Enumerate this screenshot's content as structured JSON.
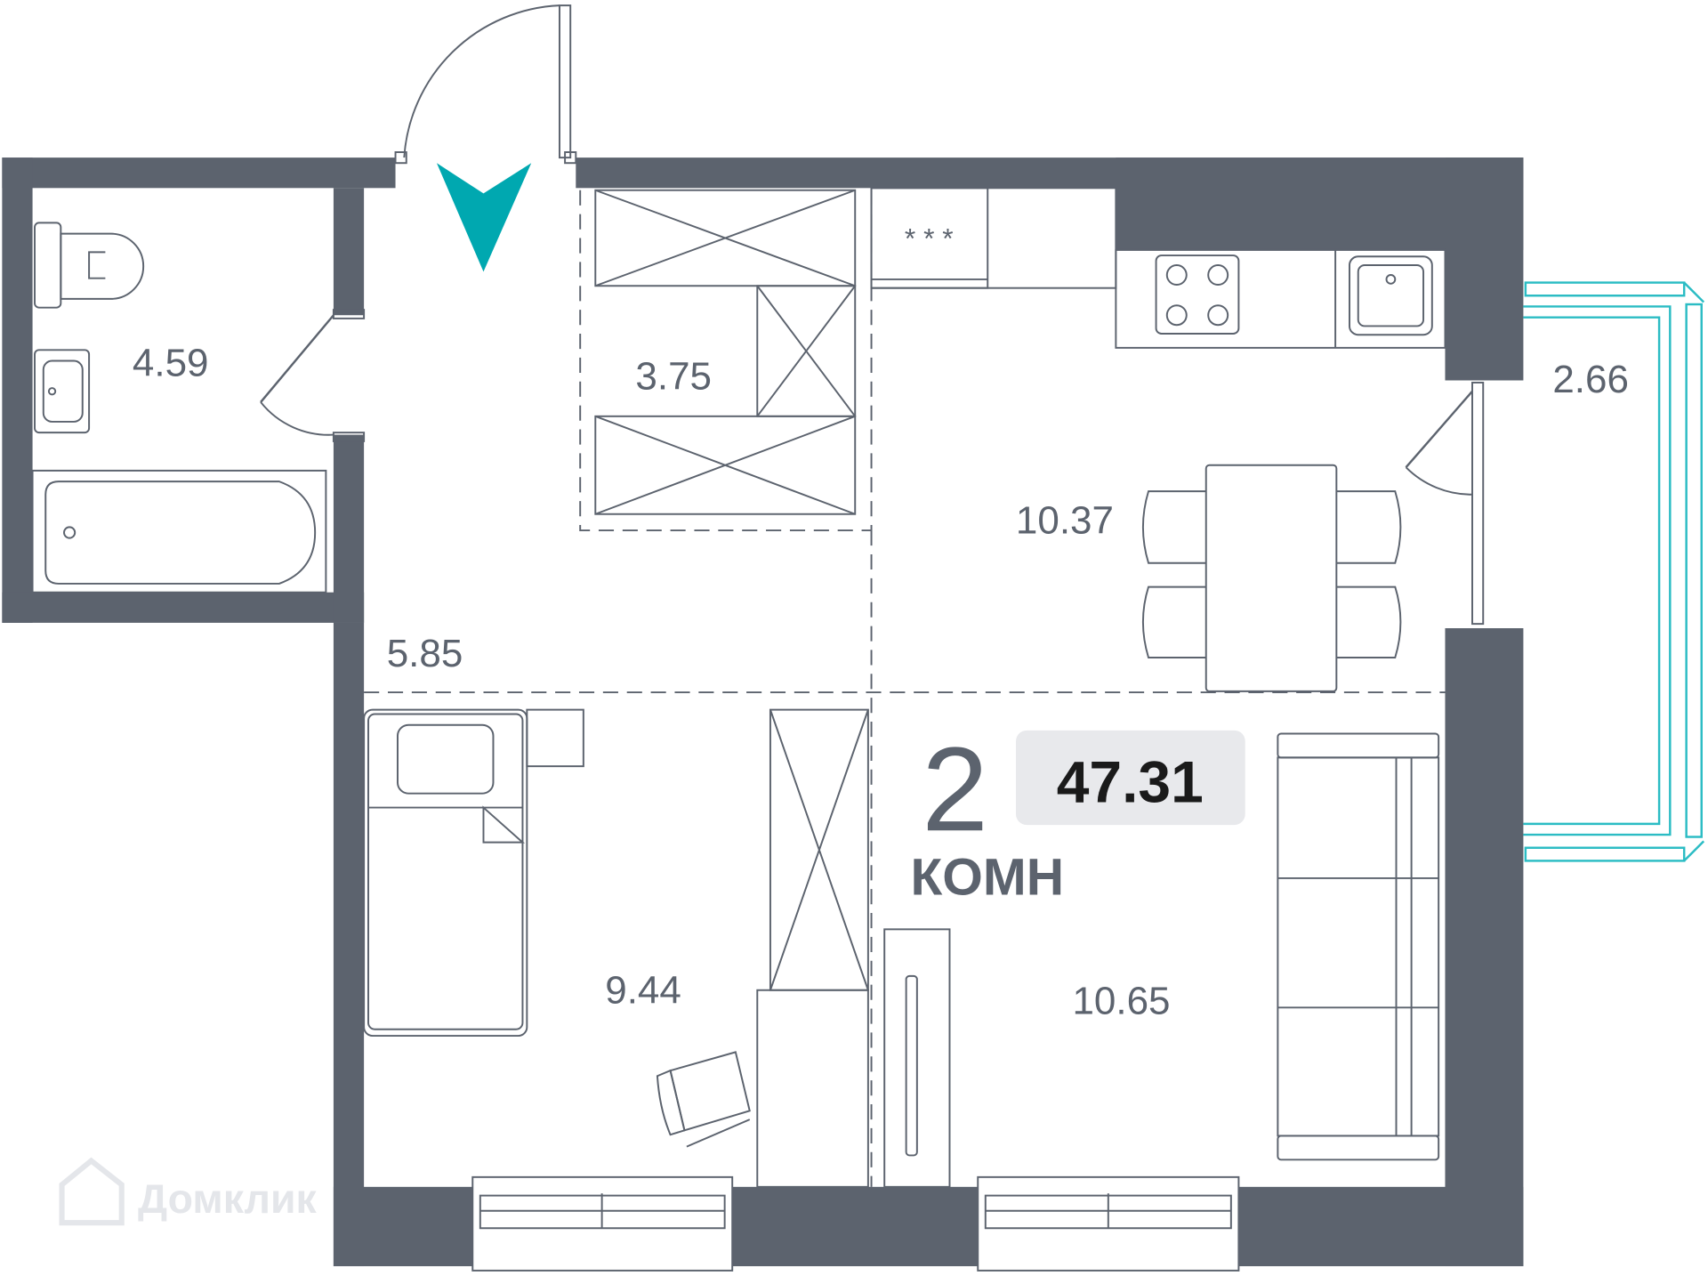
{
  "plan": {
    "rooms_count": "2",
    "rooms_label": "КОМН",
    "total_area": "47.31",
    "areas": {
      "bathroom": "4.59",
      "storage": "3.75",
      "balcony": "2.66",
      "kitchen": "10.37",
      "hallway": "5.85",
      "bedroom": "9.44",
      "living_room": "10.65"
    }
  },
  "watermark": "Домклик",
  "colors": {
    "wall": "#5c636e",
    "accent": "#00a8b0",
    "balcony": "#2bbcc4",
    "badge": "#e8e9ec"
  }
}
